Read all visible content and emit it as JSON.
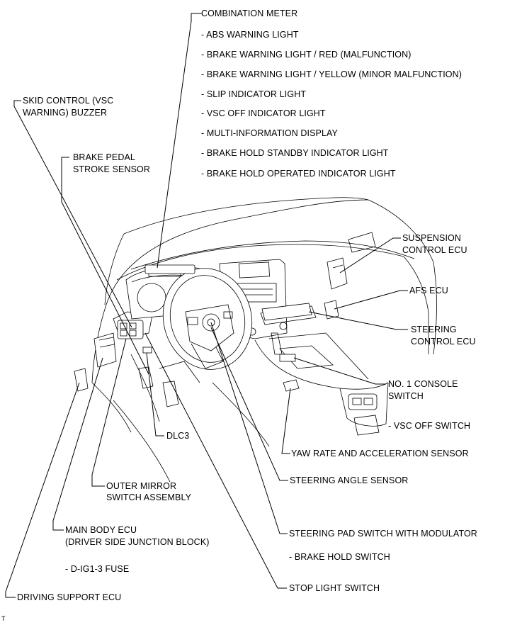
{
  "labels": {
    "combination_meter": "COMBINATION METER",
    "abs_warning": "- ABS WARNING LIGHT",
    "brake_red": "- BRAKE WARNING LIGHT / RED (MALFUNCTION)",
    "brake_yellow": "- BRAKE WARNING LIGHT / YELLOW (MINOR MALFUNCTION)",
    "slip": "- SLIP INDICATOR LIGHT",
    "vsc_off_light": "- VSC OFF INDICATOR LIGHT",
    "multi_info": "- MULTI-INFORMATION DISPLAY",
    "hold_standby": "- BRAKE HOLD STANDBY INDICATOR LIGHT",
    "hold_operated": "- BRAKE HOLD OPERATED INDICATOR LIGHT",
    "skid_buzzer_1": "SKID CONTROL (VSC",
    "skid_buzzer_2": "WARNING) BUZZER",
    "pedal_sensor_1": "BRAKE PEDAL",
    "pedal_sensor_2": "STROKE SENSOR",
    "suspension_1": "SUSPENSION",
    "suspension_2": "CONTROL ECU",
    "afs_ecu": "AFS ECU",
    "steering_ecu_1": "STEERING",
    "steering_ecu_2": "CONTROL ECU",
    "console_switch_1": "NO. 1 CONSOLE",
    "console_switch_2": "SWITCH",
    "vsc_off_switch": "- VSC OFF SWITCH",
    "yaw_rate": "YAW RATE AND ACCELERATION SENSOR",
    "dlc3": "DLC3",
    "steering_angle": "STEERING ANGLE SENSOR",
    "outer_mirror_1": "OUTER MIRROR",
    "outer_mirror_2": "SWITCH ASSEMBLY",
    "steering_pad": "STEERING PAD SWITCH WITH MODULATOR",
    "brake_hold_switch": "- BRAKE HOLD SWITCH",
    "main_body_1": "MAIN BODY ECU",
    "main_body_2": "(DRIVER SIDE JUNCTION BLOCK)",
    "fuse": "- D-IG1-3 FUSE",
    "stop_light": "STOP LIGHT SWITCH",
    "driving_support": "DRIVING SUPPORT ECU",
    "corner_mark": "T"
  }
}
